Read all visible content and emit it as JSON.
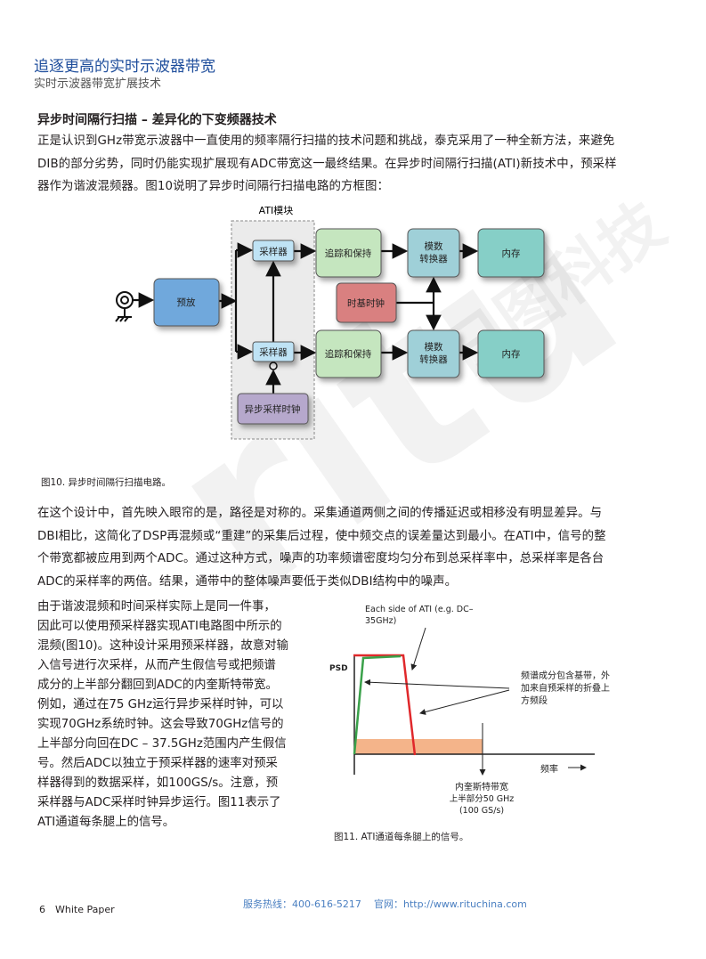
{
  "header": {
    "title": "追逐更高的实时示波器带宽",
    "subtitle": "实时示波器带宽扩展技术"
  },
  "section": {
    "heading": "异步时间隔行扫描 – 差异化的下变频器技术",
    "para1": [
      "正是认识到GHz带宽示波器中一直使用的频率隔行扫描的技术问题和挑战，泰克采用了一种全新方法，来避免",
      "DIB的部分劣势，同时仍能实现扩展现有ADC带宽这一最终结果。在异步时间隔行扫描(ATI)新技术中，预采样",
      "器作为谐波混频器。图10说明了异步时间隔行扫描电路的方框图："
    ],
    "para2": [
      "在这个设计中，首先映入眼帘的是，路径是对称的。采集通道两侧之间的传播延迟或相移没有明显差异。与",
      "DBI相比，这简化了DSP再混频或“重建”的采集后过程，使中频交点的误差量达到最小。在ATI中，信号的整",
      "个带宽都被应用到两个ADC。通过这种方式，噪声的功率频谱密度均匀分布到总采样率中，总采样率是各台",
      "ADC的采样率的两倍。结果，通带中的整体噪声要低于类似DBI结构中的噪声。"
    ],
    "para3": [
      "由于谐波混频和时间采样实际上是同一件事，",
      "因此可以使用预采样器实现ATI电路图中所示的",
      "混频(图10)。这种设计采用预采样器，故意对输",
      "入信号进行次采样，从而产生假信号或把频谱",
      "成分的上半部分翻回到ADC的内奎斯特带宽。",
      "例如，通过在75  GHz运行异步采样时钟，可以",
      "实现70GHz系统时钟。这会导致70GHz信号的",
      "上半部分向回在DC – 37.5GHz范围内产生假信",
      "号。然后ADC以独立于预采样器的速率对预采",
      "样器得到的数据采样，如100GS/s。注意，预",
      "采样器与ADC采样时钟异步运行。图11表示了",
      "ATI通道每条腿上的信号。"
    ]
  },
  "figure10": {
    "caption": "图10. 异步时间隔行扫描电路。",
    "ati_label": "ATI模块",
    "preamp": "预放",
    "sampler_top": "采样器",
    "sampler_bottom": "采样器",
    "async_clock": "异步采样时钟",
    "track_hold_top": "追踪和保持",
    "track_hold_bottom": "追踪和保持",
    "timebase": "时基时钟",
    "adc_top": [
      "模数",
      "转换器"
    ],
    "adc_bottom": [
      "模数",
      "转换器"
    ],
    "memory_top": "内存",
    "memory_bottom": "内存",
    "colors": {
      "preamp": "#6fa8dc",
      "sampler": "#bfe3f5",
      "th": "#c5e6bf",
      "timebase": "#d98080",
      "adc": "#9fd0d8",
      "memory": "#86cfc7",
      "clock": "#b6a8cc"
    }
  },
  "figure11": {
    "caption": "图11. ATI通道每条腿上的信号。",
    "note_ati": [
      "Each side of ATI (e.g. DC–",
      "35GHz)"
    ],
    "ylabel": "PSD",
    "xlabel": "频率",
    "note_spectrum": [
      "频谱成分包含基带，外",
      "加来自预采样的折叠上",
      "方频段"
    ],
    "nyquist": [
      "内奎斯特带宽",
      "上半部分50 GHz",
      "(100 GS/s)"
    ],
    "colors": {
      "red": "#e0282b",
      "green": "#3aa14a",
      "band": "#f4b48a"
    }
  },
  "footer": {
    "page": "6",
    "label": "White Paper",
    "hotline": "服务热线：400-616-5217",
    "website": "官网：http://www.rituchina.com"
  },
  "watermark": {
    "logo": "ritu",
    "text": "日图科技"
  }
}
